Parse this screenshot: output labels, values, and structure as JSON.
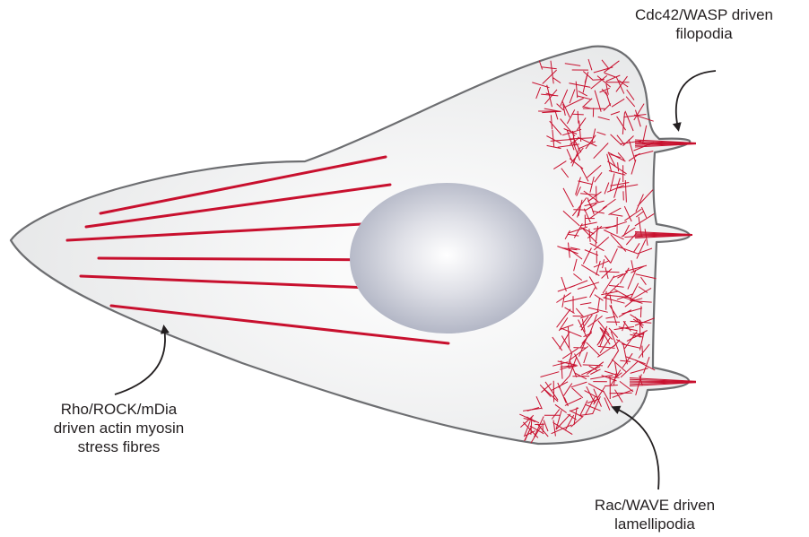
{
  "diagram": {
    "colors": {
      "cell_fill": "#ebebec",
      "cell_outline": "#6d6e71",
      "actin": "#c8102e",
      "nucleus": "#b9bcc9",
      "text": "#231f20",
      "arrow": "#231f20"
    },
    "labels": {
      "filopodia": [
        "Cdc42/WASP driven",
        "filopodia"
      ],
      "stress_fibres": [
        "Rho/ROCK/mDia",
        "driven actin myosin",
        "stress fibres"
      ],
      "lamellipodia": [
        "Rac/WAVE driven",
        "lamellipodia"
      ]
    }
  }
}
